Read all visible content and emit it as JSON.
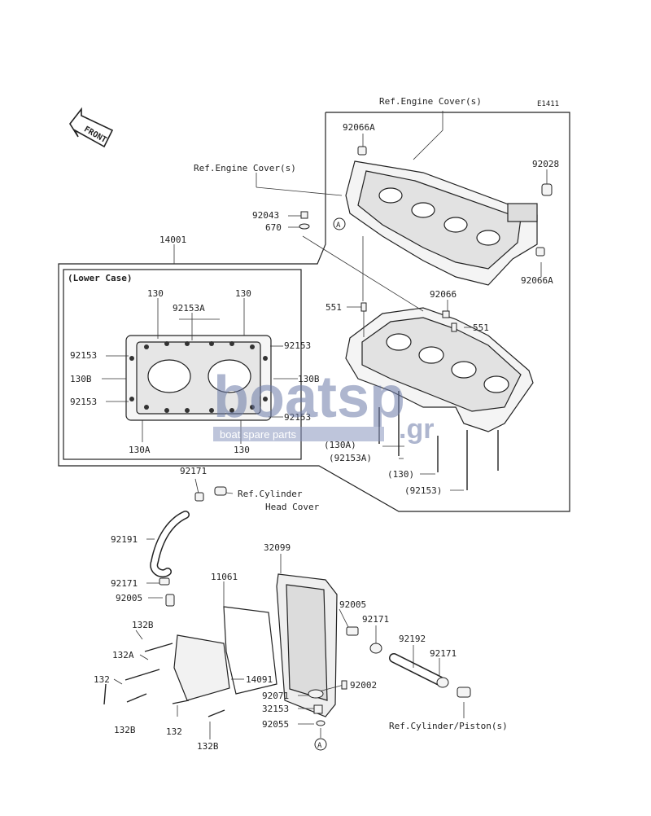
{
  "diagram": {
    "diagram_code": "E1411",
    "front_label": "FRONT",
    "lower_case_label": "(Lower Case)",
    "watermark": {
      "brand": "boatsp",
      "tld": ".gr",
      "tagline": "boat spare parts"
    },
    "labels": {
      "ref_engine_cover_top": "Ref.Engine Cover(s)",
      "p92066A_top": "92066A",
      "ref_engine_cover_left": "Ref.Engine Cover(s)",
      "p92028": "92028",
      "p92043": "92043",
      "p670": "670",
      "p14001": "14001",
      "p92066A_right": "92066A",
      "p92066": "92066",
      "p551_left": "551",
      "p551_right": "551",
      "lc_130_left": "130",
      "lc_130_right": "130",
      "lc_92153A": "92153A",
      "lc_92153_topright": "92153",
      "lc_92153_left": "92153",
      "lc_130B_left": "130B",
      "lc_130B_right": "130B",
      "lc_92153_left2": "92153",
      "lc_92153_right2": "92153",
      "lc_130A": "130A",
      "lc_130_bottom": "130",
      "p130A_paren": "(130A)",
      "p92153A_paren": "(92153A)",
      "p130_paren": "(130)",
      "p92153_paren": "(92153)",
      "p92171_top": "92171",
      "ref_cyl_head_1": "Ref.Cylinder",
      "ref_cyl_head_2": "Head Cover",
      "p92191": "92191",
      "p32099": "32099",
      "p92171_mid": "92171",
      "p11061": "11061",
      "p92005_left": "92005",
      "p92005_right": "92005",
      "p92171_right": "92171",
      "p132B_top": "132B",
      "p92192": "92192",
      "p92171_far": "92171",
      "p132A": "132A",
      "p14091": "14091",
      "p132_left": "132",
      "p92002": "92002",
      "p92071": "92071",
      "p32153": "32153",
      "ref_cyl_piston": "Ref.Cylinder/Piston(s)",
      "p132B_left": "132B",
      "p132_bottom": "132",
      "p132B_bottom": "132B",
      "p92055": "92055",
      "ref_A": "A"
    }
  }
}
